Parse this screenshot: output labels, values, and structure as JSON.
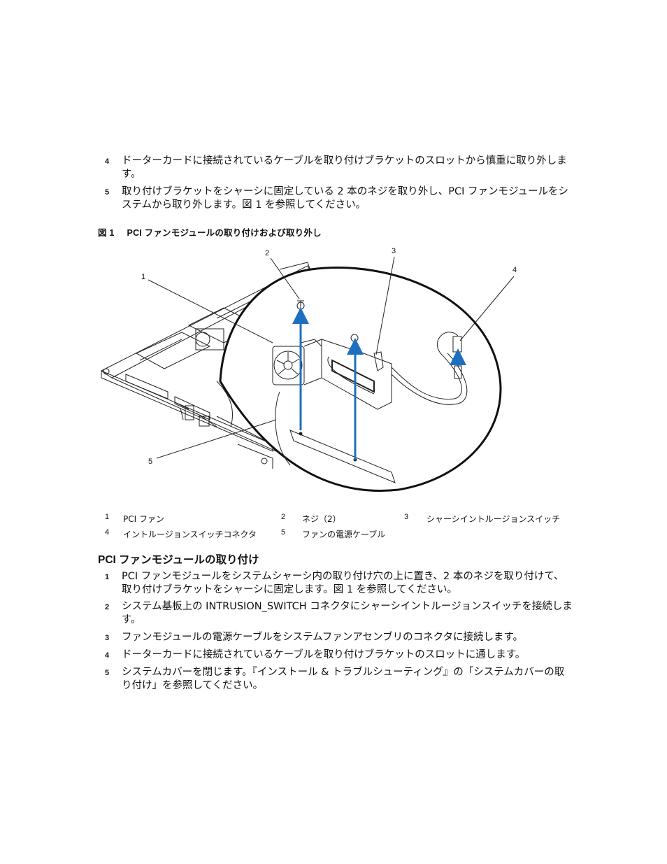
{
  "removal_steps": [
    {
      "num": "4",
      "text": "ドーターカードに接続されているケーブルを取り付けブラケットのスロットから慎重に取り外します。"
    },
    {
      "num": "5",
      "text": "取り付けブラケットをシャーシに固定している 2 本のネジを取り外し、PCI ファンモジュールをシステムから取り外します。図 1 を参照してください。"
    }
  ],
  "figure": {
    "label": "図 1",
    "title": "PCI ファンモジュールの取り付けおよび取り外し",
    "callouts": [
      "1",
      "2",
      "3",
      "4",
      "5"
    ]
  },
  "legend": [
    {
      "num": "1",
      "text": "PCI ファン"
    },
    {
      "num": "2",
      "text": "ネジ（2）"
    },
    {
      "num": "3",
      "text": "シャーシイントルージョンスイッチ"
    },
    {
      "num": "4",
      "text": "イントルージョンスイッチコネクタ"
    },
    {
      "num": "5",
      "text": "ファンの電源ケーブル"
    }
  ],
  "section_heading": "PCI ファンモジュールの取り付け",
  "install_steps": [
    {
      "num": "1",
      "text": "PCI ファンモジュールをシステムシャーシ内の取り付け穴の上に置き、2 本のネジを取り付けて、取り付けブラケットをシャーシに固定します。図 1 を参照してください。"
    },
    {
      "num": "2",
      "text": "システム基板上の INTRUSION_SWITCH コネクタにシャーシイントルージョンスイッチを接続します。"
    },
    {
      "num": "3",
      "text": "ファンモジュールの電源ケーブルをシステムファンアセンブリのコネクタに接続します。"
    },
    {
      "num": "4",
      "text": "ドーターカードに接続されているケーブルを取り付けブラケットのスロットに通します。"
    },
    {
      "num": "5",
      "text": "システムカバーを閉じます。『インストール & トラブルシューティング』の「システムカバーの取り付け」を参照してください。"
    }
  ],
  "colors": {
    "arrow": "#1f6fc0",
    "line": "#222222"
  }
}
